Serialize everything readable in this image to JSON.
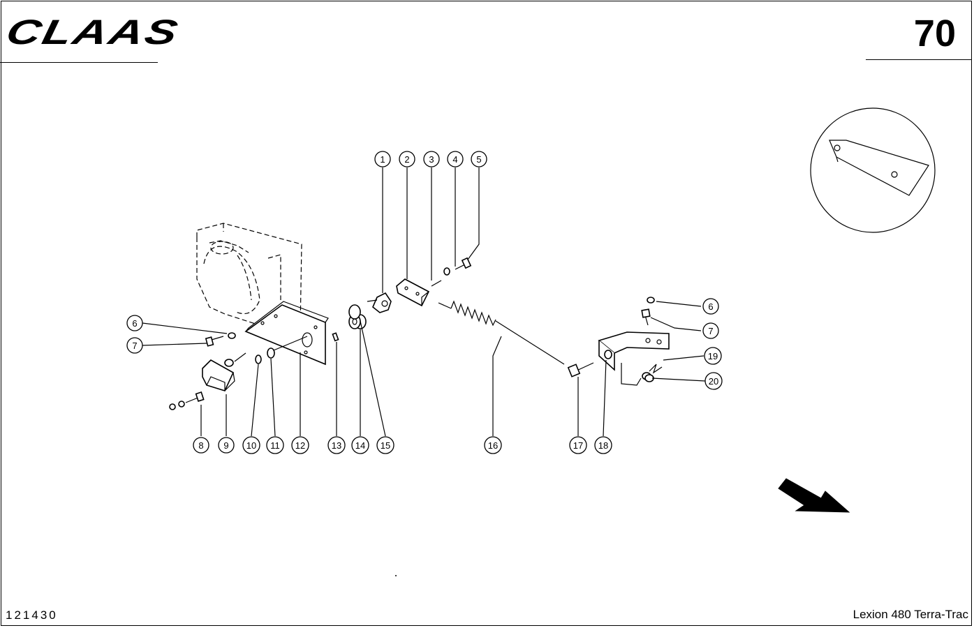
{
  "header": {
    "brand": "CLAAS",
    "page_number": "70"
  },
  "footer": {
    "drawing_number": "121430",
    "model": "Lexion 480 Terra-Trac"
  },
  "callouts": [
    "1",
    "2",
    "3",
    "4",
    "5",
    "6",
    "7",
    "8",
    "9",
    "10",
    "11",
    "12",
    "13",
    "14",
    "15",
    "16",
    "17",
    "18",
    "19",
    "20"
  ]
}
